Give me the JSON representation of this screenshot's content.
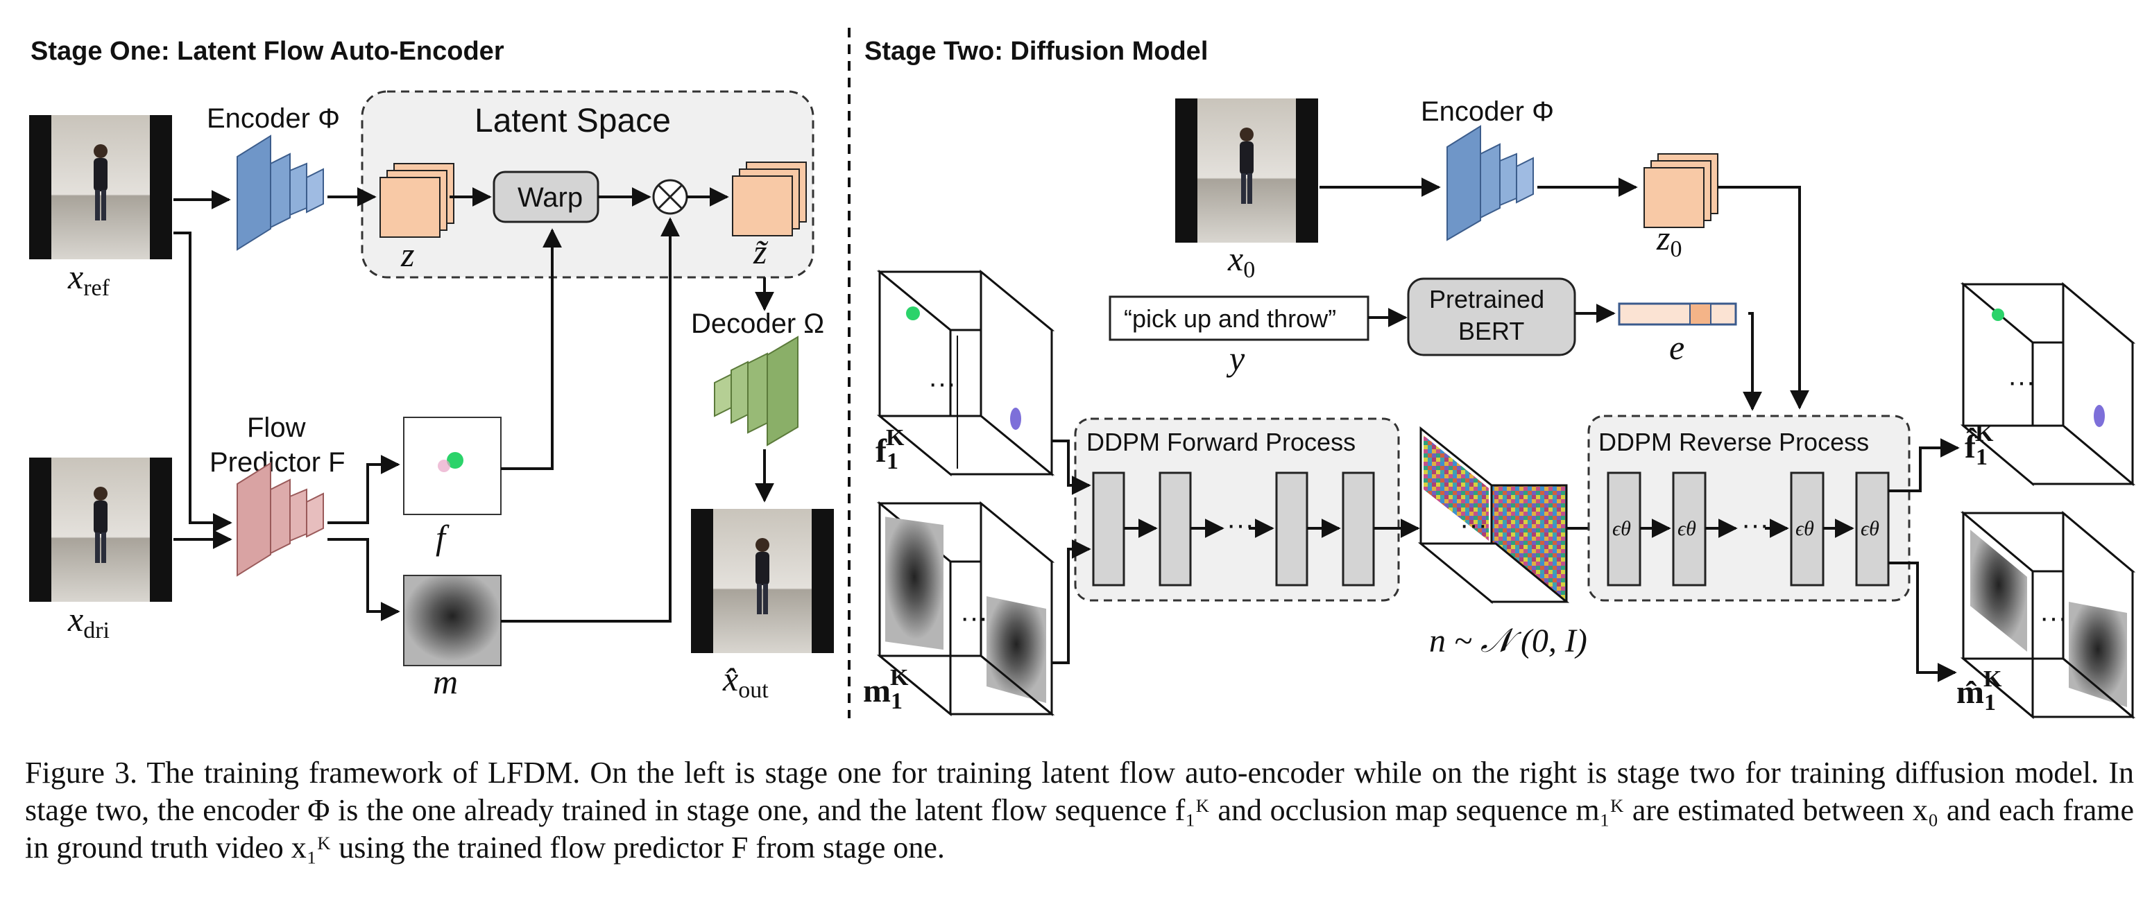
{
  "stage_one": {
    "title": "Stage One: Latent Flow Auto-Encoder",
    "latent_space": "Latent Space",
    "encoder": "Encoder Φ",
    "warp": "Warp",
    "decoder": "Decoder Ω",
    "flow_predictor_line1": "Flow",
    "flow_predictor_line2": "Predictor F",
    "x_ref": "x",
    "x_ref_sub": "ref",
    "x_dri": "x",
    "x_dri_sub": "dri",
    "z": "z",
    "z_tilde": "z̃",
    "f": "f",
    "m": "m",
    "x_out": "x̂",
    "x_out_sub": "out"
  },
  "stage_two": {
    "title": "Stage Two: Diffusion Model",
    "encoder": "Encoder Φ",
    "x0": "x",
    "x0_sub": "0",
    "z0": "z",
    "z0_sub": "0",
    "prompt": "“pick up and throw”",
    "y": "y",
    "bert_line1": "Pretrained",
    "bert_line2": "BERT",
    "e": "e",
    "forward": "DDPM Forward Process",
    "reverse": "DDPM Reverse Process",
    "epsilon": "ϵθ",
    "ellipsis": "···",
    "noise": "n ~ 𝒩 (0, I)",
    "f_seq": "f",
    "m_seq": "m",
    "f_hat": "f̂",
    "m_hat": "m̂",
    "seq_sup": "K",
    "seq_sub": "1"
  },
  "caption": "Figure 3. The training framework of LFDM. On the left is stage one for training latent flow auto-encoder while on the right is stage two for training diffusion model. In stage two, the encoder Φ is the one already trained in stage one, and the latent flow sequence f₁ᴷ and occlusion map sequence m₁ᴷ are estimated between x₀ and each frame in ground truth video x₁ᴷ using the trained flow predictor F from stage one."
}
